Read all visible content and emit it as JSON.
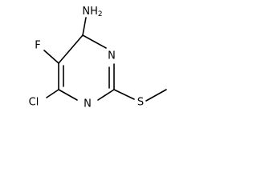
{
  "molecule": {
    "atoms": {
      "amino": "NH2",
      "fluoro": "F",
      "ring_n_top": "N",
      "ring_n_bottom": "N",
      "chloro": "Cl",
      "sulfur": "S"
    },
    "colors": {
      "ink": "#000000",
      "background": "#ffffff"
    }
  }
}
